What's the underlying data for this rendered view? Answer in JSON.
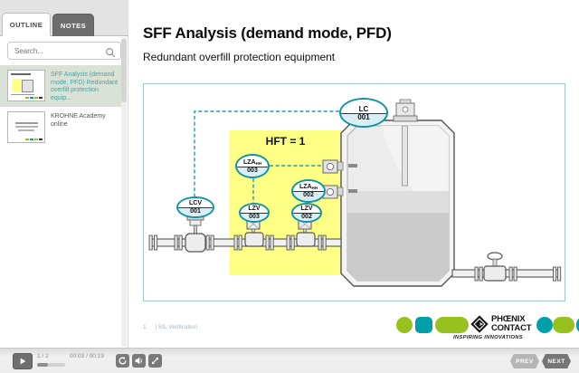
{
  "sidebar": {
    "tabs": [
      {
        "label": "OUTLINE"
      },
      {
        "label": "NOTES"
      }
    ],
    "search": {
      "placeholder": "Search..."
    },
    "items": [
      {
        "title": "SFF Analysis (demand mode, PFD) Redundant overfill protection equip...",
        "selected": true
      },
      {
        "title": "KROHNE Academy online",
        "selected": false
      }
    ]
  },
  "slide": {
    "title": "SFF Analysis (demand mode, PFD)",
    "subtitle": "Redundant overfill protection equipment",
    "diagram": {
      "hft_label": "HFT = 1",
      "tags": [
        {
          "name": "LC-001",
          "line1": "LC",
          "sup": "",
          "line2": "001"
        },
        {
          "name": "LZA-HH-003",
          "line1": "LZA",
          "sup": "HH",
          "line2": "003"
        },
        {
          "name": "LZA-HH-002",
          "line1": "LZA",
          "sup": "HH",
          "line2": "002"
        },
        {
          "name": "LCV-001",
          "line1": "LCV",
          "sup": "",
          "line2": "001"
        },
        {
          "name": "LZV-003",
          "line1": "LZV",
          "sup": "",
          "line2": "003"
        },
        {
          "name": "LZV-002",
          "line1": "LZV",
          "sup": "",
          "line2": "002"
        }
      ],
      "line_color": "#1a9fae",
      "hft_box_color": "#feff85"
    },
    "footer": {
      "page_number": "1",
      "section": "| SIL Verification"
    },
    "brand": {
      "line1": "PHŒNIX",
      "line2": "CONTACT",
      "tagline": "INSPIRING INNOVATIONS",
      "green": "#97c11f",
      "teal": "#00a0ab"
    }
  },
  "player": {
    "page_indicator": "1 / 2",
    "time": "00:03 / 00:19",
    "progress_percent": 40,
    "prev_label": "PREV",
    "next_label": "NEXT"
  }
}
